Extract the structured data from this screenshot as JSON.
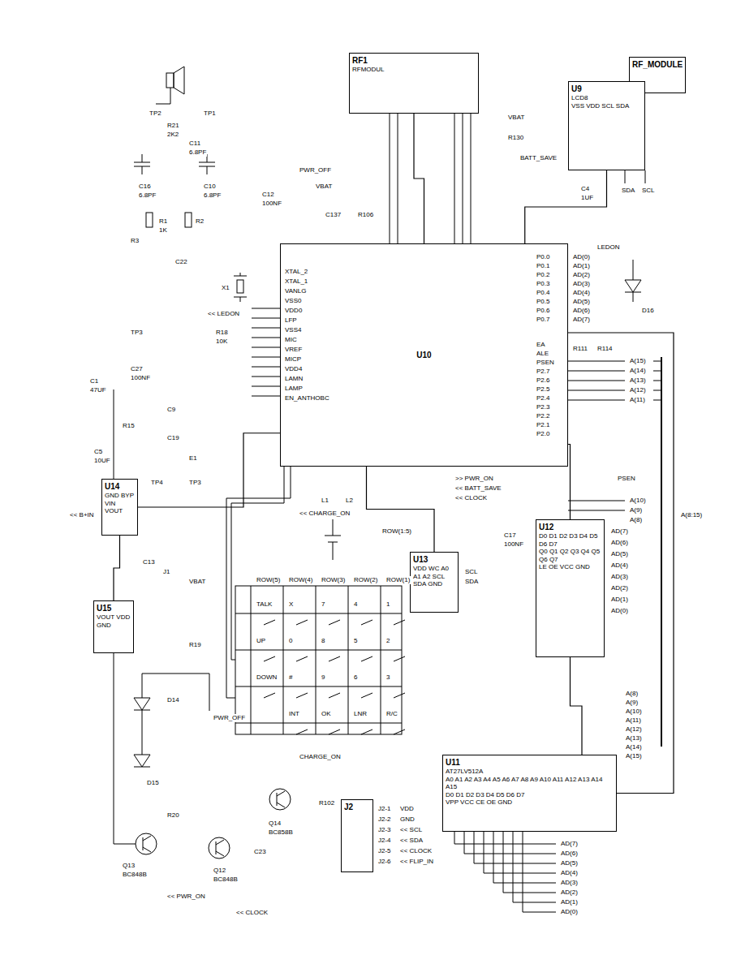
{
  "diagram": {
    "nodes": [
      {
        "text": [
          "RF1",
          "RFMODUL"
        ]
      },
      {
        "text": [
          "RF_MODULE"
        ]
      },
      {
        "text": [
          "U9",
          "LCD8",
          "VSS VDD SCL SDA"
        ]
      },
      {
        "text": [
          "U10"
        ]
      },
      {
        "text": [
          "U12",
          "D0 D1 D2 D3 D4 D5 D6 D7",
          "Q0 Q1 Q2 Q3 Q4 Q5 Q6 Q7",
          "LE OE VCC GND"
        ]
      },
      {
        "text": [
          "U13",
          "VDD WC A0 A1 A2 SCL SDA GND"
        ]
      },
      {
        "text": [
          "U11",
          "AT27LV512A",
          "A0 A1 A2 A3 A4 A5 A6 A7 A8 A9 A10 A11 A12 A13 A14 A15",
          "D0 D1 D2 D3 D4 D5 D6 D7",
          "VPP VCC CE OE GND"
        ]
      },
      {
        "text": [
          "U14",
          "GND BYP VIN VOUT"
        ]
      },
      {
        "text": [
          "U15",
          "VOUT VDD GND"
        ]
      },
      {
        "text": [
          "J2"
        ]
      }
    ],
    "edges": [
      {
        "from": 3,
        "to": 0,
        "arrow": "none"
      },
      {
        "from": 3,
        "to": 2,
        "arrow": "none"
      },
      {
        "from": 3,
        "to": 4,
        "arrow": "none"
      },
      {
        "from": 4,
        "to": 6,
        "arrow": "none"
      },
      {
        "from": 3,
        "to": 5,
        "arrow": "none"
      },
      {
        "from": 3,
        "to": 6,
        "arrow": "none"
      },
      {
        "from": 7,
        "to": 3,
        "arrow": "none"
      },
      {
        "from": 8,
        "to": 7,
        "arrow": "none"
      }
    ],
    "labels": [
      "TP2",
      "TP1",
      "R21",
      "2K2",
      "C11",
      "6.8PF",
      "C16",
      "6.8PF",
      "C10",
      "6.8PF",
      "R1",
      "1K",
      "R2",
      "R3",
      "C22",
      "X1",
      "<< LEDON",
      "TP3",
      "R18",
      "10K",
      "C27",
      "100NF",
      "C1",
      "47UF",
      "R15",
      "C5",
      "10UF",
      "C9",
      "C19",
      "E1",
      "TP4",
      "TP3",
      "<< B+IN",
      "C13",
      "J1",
      "VBAT",
      "R19",
      "D14",
      "PWR_OFF",
      "D15",
      "R20",
      "Q13",
      "BC848B",
      "Q12",
      "BC848B",
      "<< PWR_ON",
      "C23",
      "<< CLOCK",
      "CHARGE_ON",
      "Q14",
      "BC858B",
      "R102",
      "PWR_OFF",
      "VBAT",
      "C12",
      "100NF",
      "C137",
      "R106",
      "VBAT",
      "R130",
      "BATT_SAVE",
      "C4",
      "1UF",
      "SCL",
      "SDA",
      "LEDON",
      "D16",
      "R111",
      "R114",
      "PSEN",
      "A(8:15)",
      "AD(0)",
      "AD(1)",
      "AD(2)",
      "AD(3)",
      "AD(4)",
      "AD(5)",
      "AD(6)",
      "AD(7)",
      "A(15)",
      "A(14)",
      "A(13)",
      "A(12)",
      "A(11)",
      "A(10)",
      "A(9)",
      "A(8)",
      "AD(7)",
      "AD(6)",
      "AD(5)",
      "AD(4)",
      "AD(3)",
      "AD(2)",
      "AD(1)",
      "AD(0)",
      "A(8)",
      "A(9)",
      "A(10)",
      "A(11)",
      "A(12)",
      "A(13)",
      "A(14)",
      "A(15)",
      "AD(7)",
      "AD(6)",
      "AD(5)",
      "AD(4)",
      "AD(3)",
      "AD(2)",
      "AD(1)",
      "AD(0)",
      "ROW(5)",
      "ROW(4)",
      "ROW(3)",
      "ROW(2)",
      "ROW(1)",
      "TALK",
      "X",
      "7",
      "4",
      "1",
      "UP",
      "0",
      "8",
      "5",
      "2",
      "DOWN",
      "#",
      "9",
      "6",
      "3",
      "INT",
      "OK",
      "LNR",
      "R/C",
      "<< CHARGE_ON",
      "L1",
      "L2",
      "ROW(1:5)",
      ">> PWR_ON",
      "<< BATT_SAVE",
      "<< CLOCK",
      "SCL",
      "SDA",
      "C17",
      "100NF",
      "J2-1",
      "J2-2",
      "J2-3",
      "J2-4",
      "J2-5",
      "J2-6",
      "VDD",
      "GND",
      "<< SCL",
      "<< SDA",
      "<< CLOCK",
      "<< FLIP_IN",
      "XTAL_2",
      "XTAL_1",
      "VANLG",
      "VSS0",
      "VDD0",
      "LFP",
      "VSS4",
      "MIC",
      "VREF",
      "MICP",
      "VDD4",
      "LAMN",
      "LAMP",
      "EN_ANTHOBC",
      "P0.0",
      "P0.1",
      "P0.2",
      "P0.3",
      "P0.4",
      "P0.5",
      "P0.6",
      "P0.7",
      "EA",
      "ALE",
      "PSEN",
      "P2.7",
      "P2.6",
      "P2.5",
      "P2.4",
      "P2.3",
      "P2.2",
      "P2.1",
      "P2.0"
    ]
  }
}
